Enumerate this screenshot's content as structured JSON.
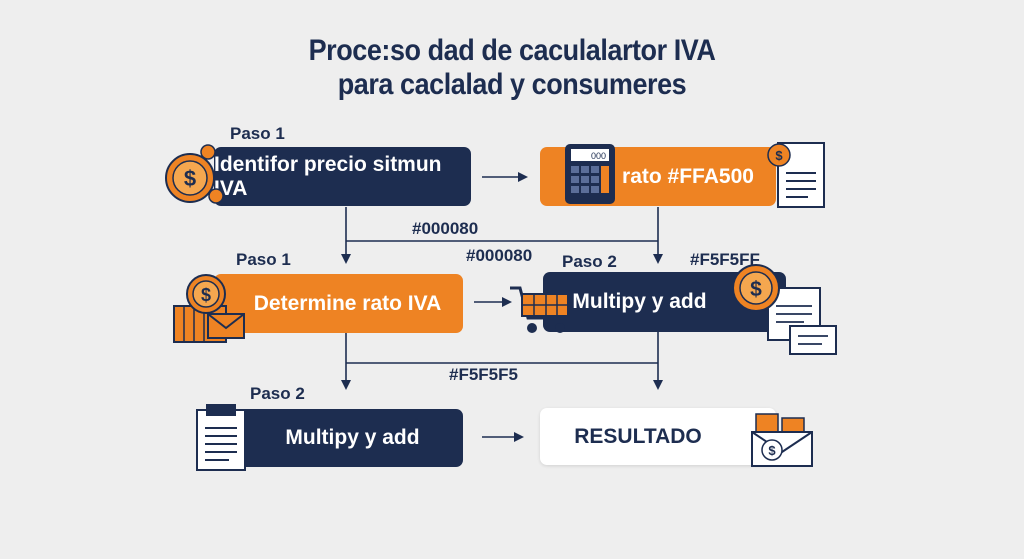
{
  "title": {
    "line1": "Proce:so dad de caculalartor IVA",
    "line2": "para caclalad y consumeres"
  },
  "steps": [
    {
      "label": "Paso 1",
      "text": "Identifor precio sitmun IVA"
    },
    {
      "text": "rato #FFA500"
    },
    {
      "label": "Paso 1",
      "text": "Determine rato IVA"
    },
    {
      "label": "Paso 2",
      "text": "Multipy y add"
    },
    {
      "label": "Paso 2",
      "text": "Multipy y add"
    },
    {
      "text": "RESULTADO"
    }
  ],
  "annotations": [
    "#000080",
    "#000080",
    "#F5F5FF",
    "#F5F5F5"
  ],
  "calculator_display": "000",
  "colors": {
    "navy": "#1d2d50",
    "orange": "#ee8323",
    "white": "#ffffff",
    "background": "#eeeeee"
  }
}
